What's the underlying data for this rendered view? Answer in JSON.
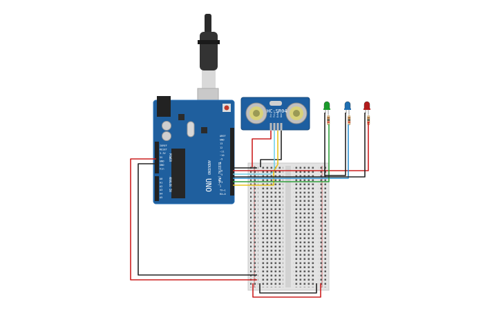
{
  "arduino": {
    "brand_text": "ARDUINO",
    "model_text": "UNO",
    "power_label": "POWER",
    "analog_label": "ANALOG IN",
    "digital_label": "DIGITAL (PWM~)",
    "power_pins": [
      "IOREF",
      "RESET",
      "3.3V",
      "5V",
      "GND",
      "GND",
      "Vin"
    ],
    "analog_pins": [
      "A0",
      "A1",
      "A2",
      "A3",
      "A4",
      "A5"
    ],
    "digital_pins": [
      "AREF",
      "GND",
      "13",
      "12",
      "~11",
      "~10",
      "~9",
      "8",
      "7",
      "~6",
      "~5",
      "4",
      "~3",
      "2",
      "TX→1",
      "RX←0"
    ]
  },
  "sensor": {
    "label": "HC-SR04",
    "pins": [
      "Vcc",
      "Trig",
      "Echo",
      "Gnd"
    ]
  },
  "leds": [
    {
      "color": "#1a9b2b"
    },
    {
      "color": "#1f6fb2"
    },
    {
      "color": "#b31b1b"
    }
  ],
  "colors": {
    "board": "#1f5f9e",
    "wire_red": "#cc1e1e",
    "wire_black": "#222222",
    "wire_green": "#2e9e3a",
    "wire_blue": "#2c8fd1",
    "wire_yellow": "#e8c21a",
    "wire_cyan": "#6fd0e8",
    "breadboard": "#e3e3e3"
  }
}
